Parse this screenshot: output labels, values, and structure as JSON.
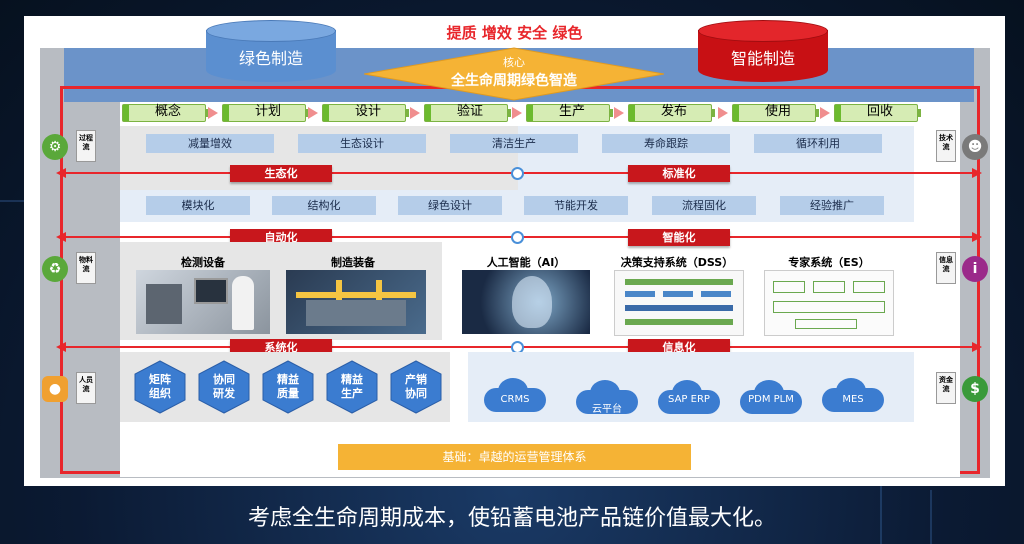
{
  "header": {
    "title": "提质 增效 安全 绿色",
    "left_cylinder": "绿色制造",
    "right_cylinder": "智能制造",
    "core_label": "核心",
    "core_text": "全生命周期绿色智造"
  },
  "stages": [
    "概念",
    "计划",
    "设计",
    "验证",
    "生产",
    "发布",
    "使用",
    "回收"
  ],
  "row1_boxes": [
    "减量增效",
    "生态设计",
    "清洁生产",
    "寿命跟踪",
    "循环利用"
  ],
  "row2_boxes": [
    "模块化",
    "结构化",
    "绿色设计",
    "节能开发",
    "流程固化",
    "经验推广"
  ],
  "tags": {
    "eco": "生态化",
    "standard": "标准化",
    "auto": "自动化",
    "smart": "智能化",
    "system": "系统化",
    "info": "信息化"
  },
  "left_side": [
    {
      "label": "过程流",
      "icon": "gears-icon",
      "color": "#5aa83a"
    },
    {
      "label": "物料流",
      "icon": "recycle-icon",
      "color": "#5aa83a"
    },
    {
      "label": "人员流",
      "icon": "person-pin-icon",
      "color": "#f0a030"
    }
  ],
  "right_side": [
    {
      "label": "技术流",
      "icon": "team-icon",
      "color": "#7a7a7a"
    },
    {
      "label": "信息流",
      "icon": "info-icon",
      "color": "#9b2a8a"
    },
    {
      "label": "资金流",
      "icon": "dollar-icon",
      "color": "#3a9a3a"
    }
  ],
  "images": {
    "equip1": "检测设备",
    "equip2": "制造装备",
    "ai": "人工智能（AI）",
    "dss": "决策支持系统（DSS）",
    "es": "专家系统（ES）"
  },
  "hexes": [
    [
      "矩阵",
      "组织"
    ],
    [
      "协同",
      "研发"
    ],
    [
      "精益",
      "质量"
    ],
    [
      "精益",
      "生产"
    ],
    [
      "产销",
      "协同"
    ]
  ],
  "clouds": [
    "CRMS",
    "云平台",
    "SAP ERP",
    "PDM PLM",
    "MES"
  ],
  "base_label": "基础：卓越的运营管理体系",
  "caption": "考虑全生命周期成本，使铅蓄电池产品链价值最大化。"
}
